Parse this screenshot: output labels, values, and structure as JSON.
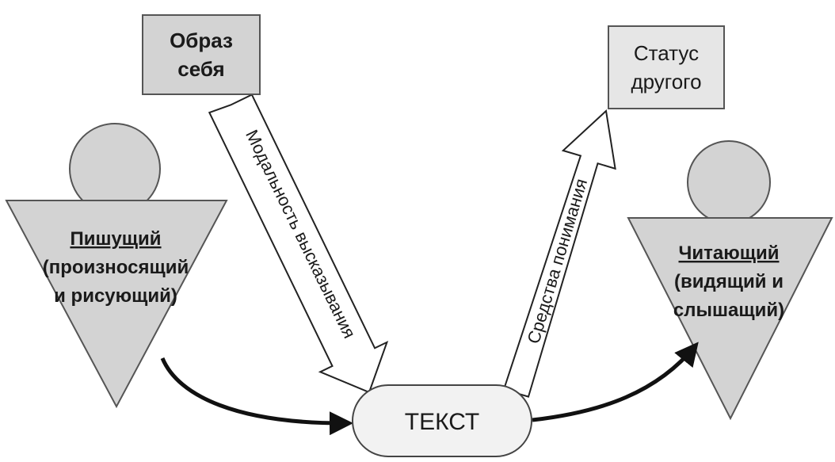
{
  "self_image_box": {
    "line1": "Образ",
    "line2": "себя"
  },
  "other_status_box": {
    "line1": "Статус",
    "line2": "другого"
  },
  "writer": {
    "title": "Пишущий",
    "line1": "(произносящий",
    "line2": "и рисующий)"
  },
  "reader": {
    "title": "Читающий",
    "line1": "(видящий и",
    "line2": "слышащий)"
  },
  "text_node": {
    "label": "ТЕКСТ"
  },
  "arrows": {
    "modality": "Модальность высказывания",
    "means": "Средства понимания"
  },
  "colors": {
    "fill": "#d3d3d3",
    "stroke": "#555555",
    "text": "#1a1a1a",
    "arrow_fill": "#ffffff"
  }
}
